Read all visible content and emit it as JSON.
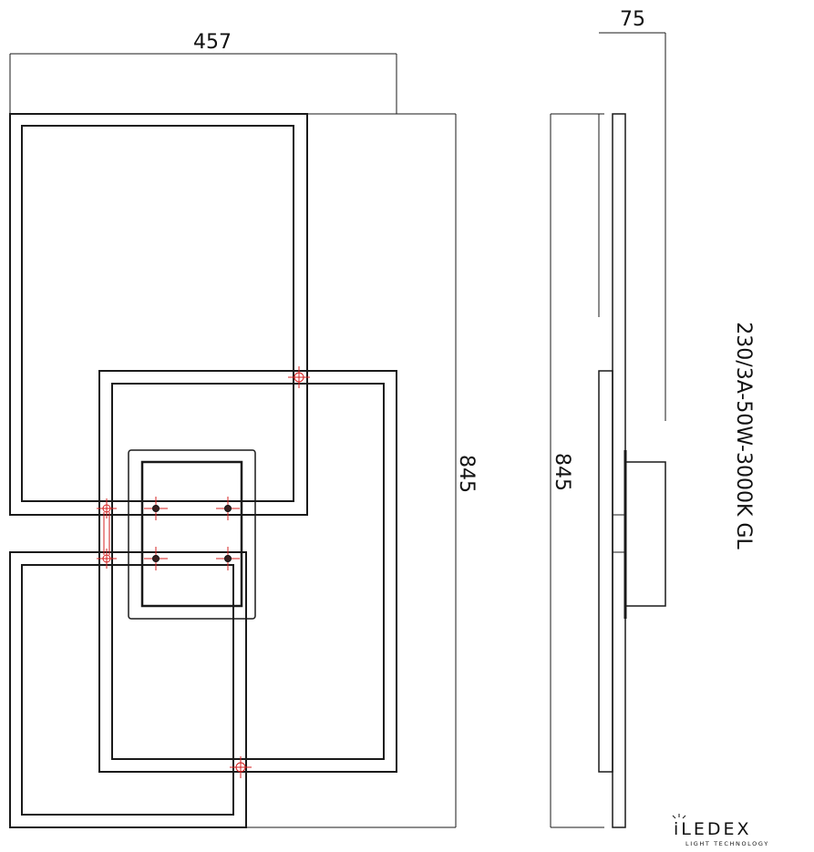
{
  "dimensions": {
    "width": "457",
    "height_front": "845",
    "height_side": "845",
    "depth": "75"
  },
  "spec_label": "230/3A-50W-3000K GL",
  "brand": {
    "logo_text": "iLEDEX",
    "tagline": "LIGHT TECHNOLOGY"
  },
  "colors": {
    "line": "#1a1a1a",
    "marker": "#d42020"
  }
}
